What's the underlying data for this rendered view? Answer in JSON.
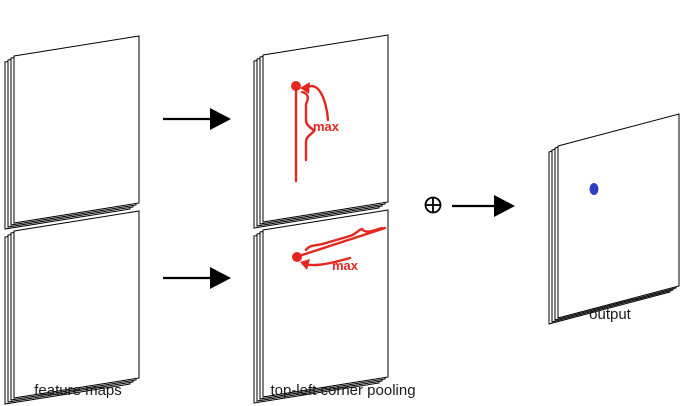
{
  "captions": {
    "feature_maps": "feature maps",
    "pooling": "top-left corner pooling",
    "output": "output"
  },
  "annotations": {
    "vertical_max": "max",
    "horizontal_max": "max"
  },
  "operator": "⊕",
  "colors": {
    "pooling_red": "#e3271f",
    "output_point_blue": "#2b3fbf",
    "stroke": "#000000",
    "page_fill": "#ffffff"
  },
  "icons": [
    "right-arrow-icon",
    "oplus-icon",
    "feature-map-stack"
  ]
}
